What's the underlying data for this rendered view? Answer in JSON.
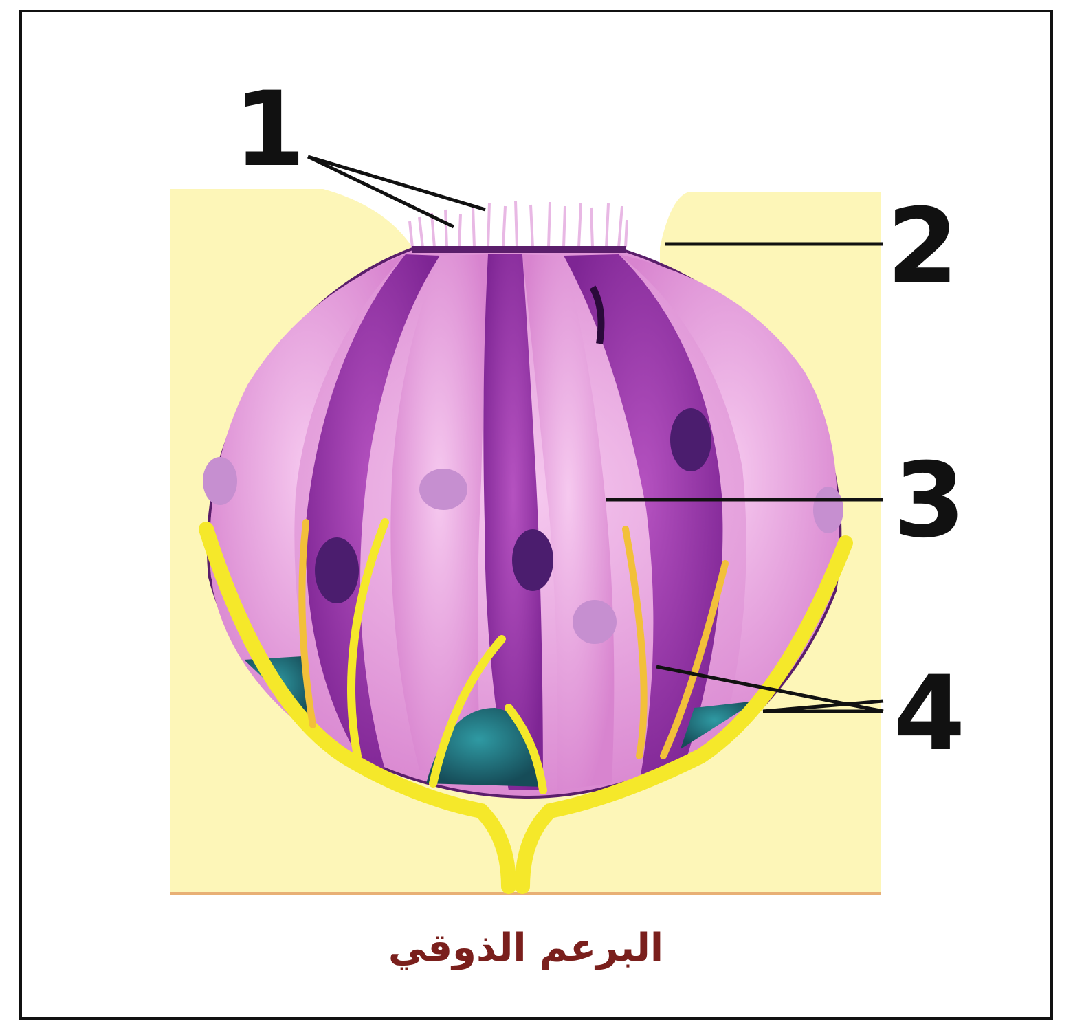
{
  "diagram": {
    "caption": "البرعم الذوقي",
    "labels": {
      "one": "1",
      "two": "2",
      "three": "3",
      "four": "4"
    },
    "colors": {
      "background_tissue": "#fdf6b8",
      "cell_light": "#e9a8df",
      "cell_dark": "#9a35a8",
      "nucleus": "#4b1d6e",
      "nerve": "#f5e82a",
      "basal_cell": "#1f6f78",
      "caption": "#7a1f1c"
    }
  }
}
